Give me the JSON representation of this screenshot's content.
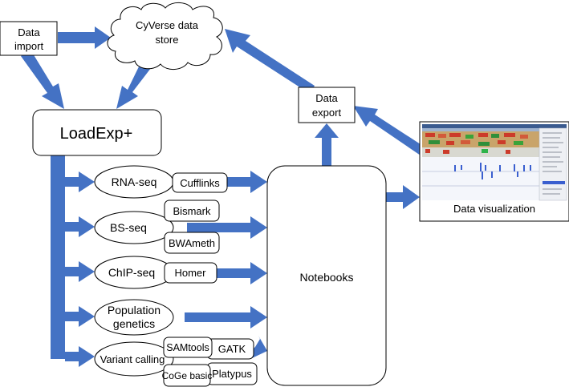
{
  "nodes": {
    "data_import": "Data import",
    "data_import_l1": "Data",
    "data_import_l2": "import",
    "cyverse_l1": "CyVerse data",
    "cyverse_l2": "store",
    "loadexp": "LoadExp+",
    "data_export_l1": "Data",
    "data_export_l2": "export",
    "notebooks": "Notebooks",
    "data_visualization": "Data visualization"
  },
  "pipelines": {
    "rnaseq": "RNA-seq",
    "bsseq": "BS-seq",
    "chipseq": "ChIP-seq",
    "popgen_l1": "Population",
    "popgen_l2": "genetics",
    "variant": "Variant calling"
  },
  "tools": {
    "cufflinks": "Cufflinks",
    "bismark": "Bismark",
    "bwameth": "BWAmeth",
    "homer": "Homer",
    "samtools": "SAMtools",
    "gatk": "GATK",
    "coge_basic": "CoGe basic",
    "platypus": "Platypus"
  },
  "colors": {
    "arrow": "#4472c4",
    "stroke": "#000000",
    "background": "#ffffff"
  }
}
